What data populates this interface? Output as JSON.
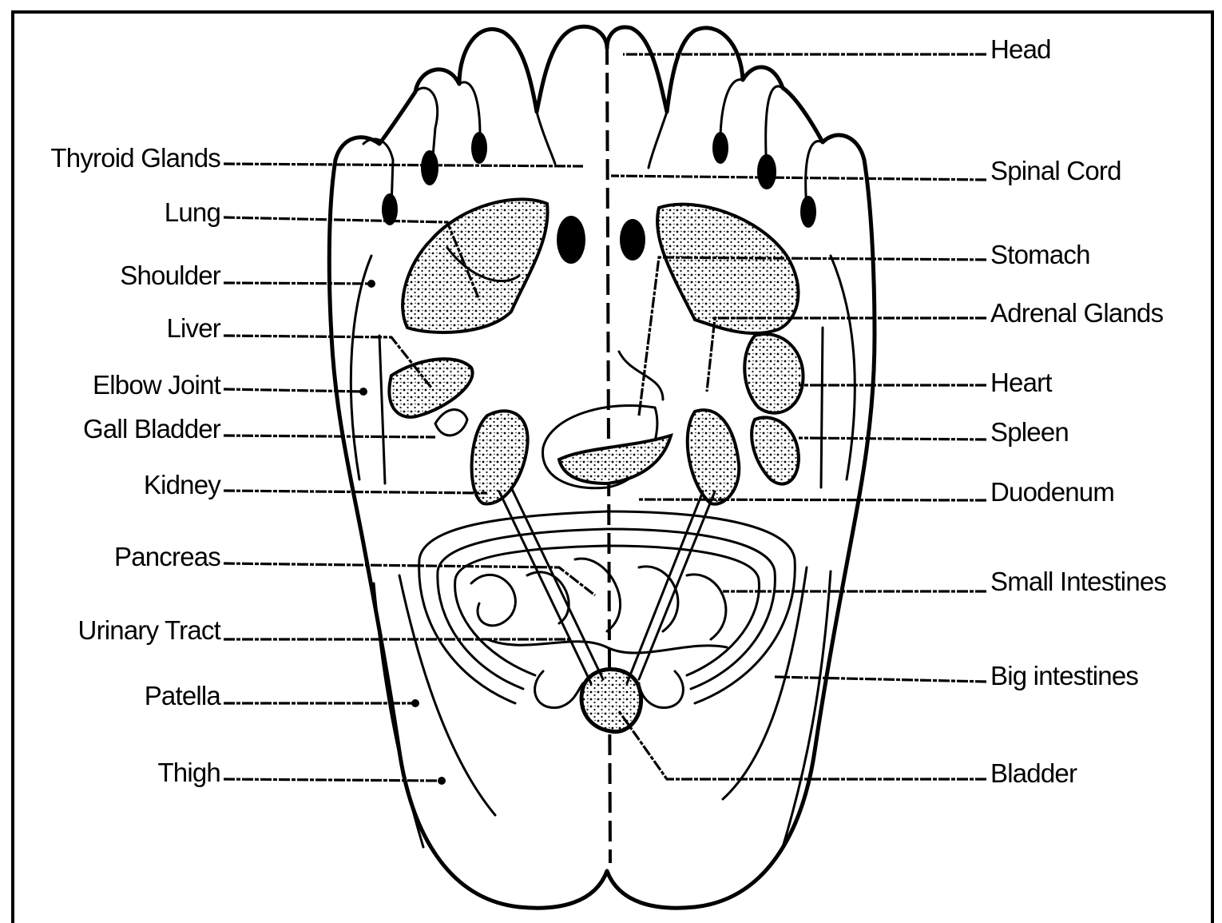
{
  "diagram": {
    "left_labels": [
      {
        "id": "thyroid-glands",
        "text": "Thyroid Glands"
      },
      {
        "id": "lung",
        "text": "Lung"
      },
      {
        "id": "shoulder",
        "text": "Shoulder"
      },
      {
        "id": "liver",
        "text": "Liver"
      },
      {
        "id": "elbow-joint",
        "text": "Elbow Joint"
      },
      {
        "id": "gall-bladder",
        "text": "Gall Bladder"
      },
      {
        "id": "kidney",
        "text": "Kidney"
      },
      {
        "id": "pancreas",
        "text": "Pancreas"
      },
      {
        "id": "urinary-tract",
        "text": "Urinary Tract"
      },
      {
        "id": "patella",
        "text": "Patella"
      },
      {
        "id": "thigh",
        "text": "Thigh"
      }
    ],
    "right_labels": [
      {
        "id": "head",
        "text": "Head"
      },
      {
        "id": "spinal-cord",
        "text": "Spinal Cord"
      },
      {
        "id": "stomach",
        "text": "Stomach"
      },
      {
        "id": "adrenal-glands",
        "text": "Adrenal Glands"
      },
      {
        "id": "heart",
        "text": "Heart"
      },
      {
        "id": "spleen",
        "text": "Spleen"
      },
      {
        "id": "duodenum",
        "text": "Duodenum"
      },
      {
        "id": "small-intestines",
        "text": "Small Intestines"
      },
      {
        "id": "big-intestines",
        "text": "Big intestines"
      },
      {
        "id": "bladder",
        "text": "Bladder"
      }
    ]
  }
}
